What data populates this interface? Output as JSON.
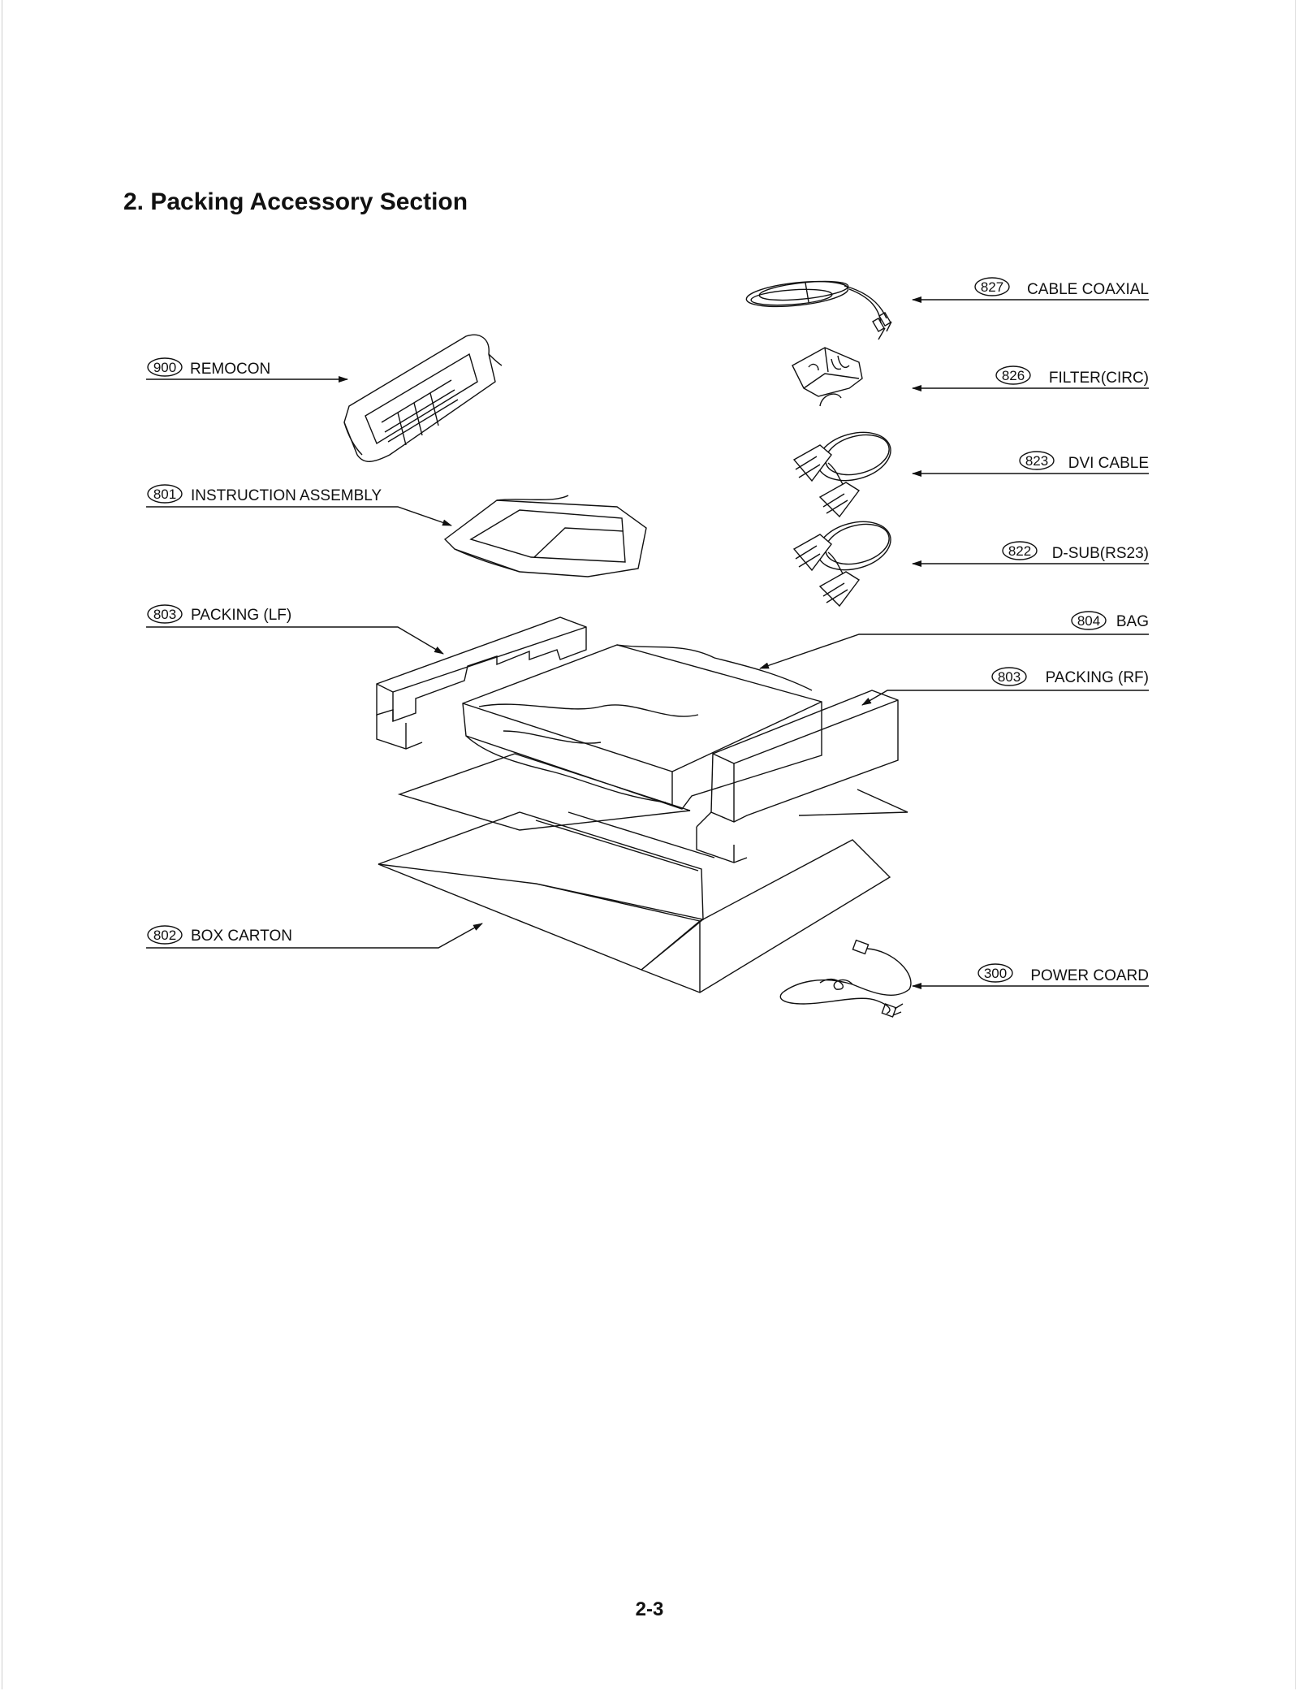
{
  "title": "2. Packing Accessory Section",
  "page_number": "2-3",
  "callouts": {
    "c827": {
      "num": "827",
      "label": "CABLE COAXIAL"
    },
    "c826": {
      "num": "826",
      "label": "FILTER(CIRC)"
    },
    "c823": {
      "num": "823",
      "label": "DVI CABLE"
    },
    "c822": {
      "num": "822",
      "label": "D-SUB(RS23)"
    },
    "c804": {
      "num": "804",
      "label": "BAG"
    },
    "c803r": {
      "num": "803",
      "label": "PACKING (RF)"
    },
    "c300": {
      "num": "300",
      "label": "POWER COARD"
    },
    "c900": {
      "num": "900",
      "label": "REMOCON"
    },
    "c801": {
      "num": "801",
      "label": "INSTRUCTION ASSEMBLY"
    },
    "c803l": {
      "num": "803",
      "label": "PACKING (LF)"
    },
    "c802": {
      "num": "802",
      "label": "BOX CARTON"
    }
  }
}
